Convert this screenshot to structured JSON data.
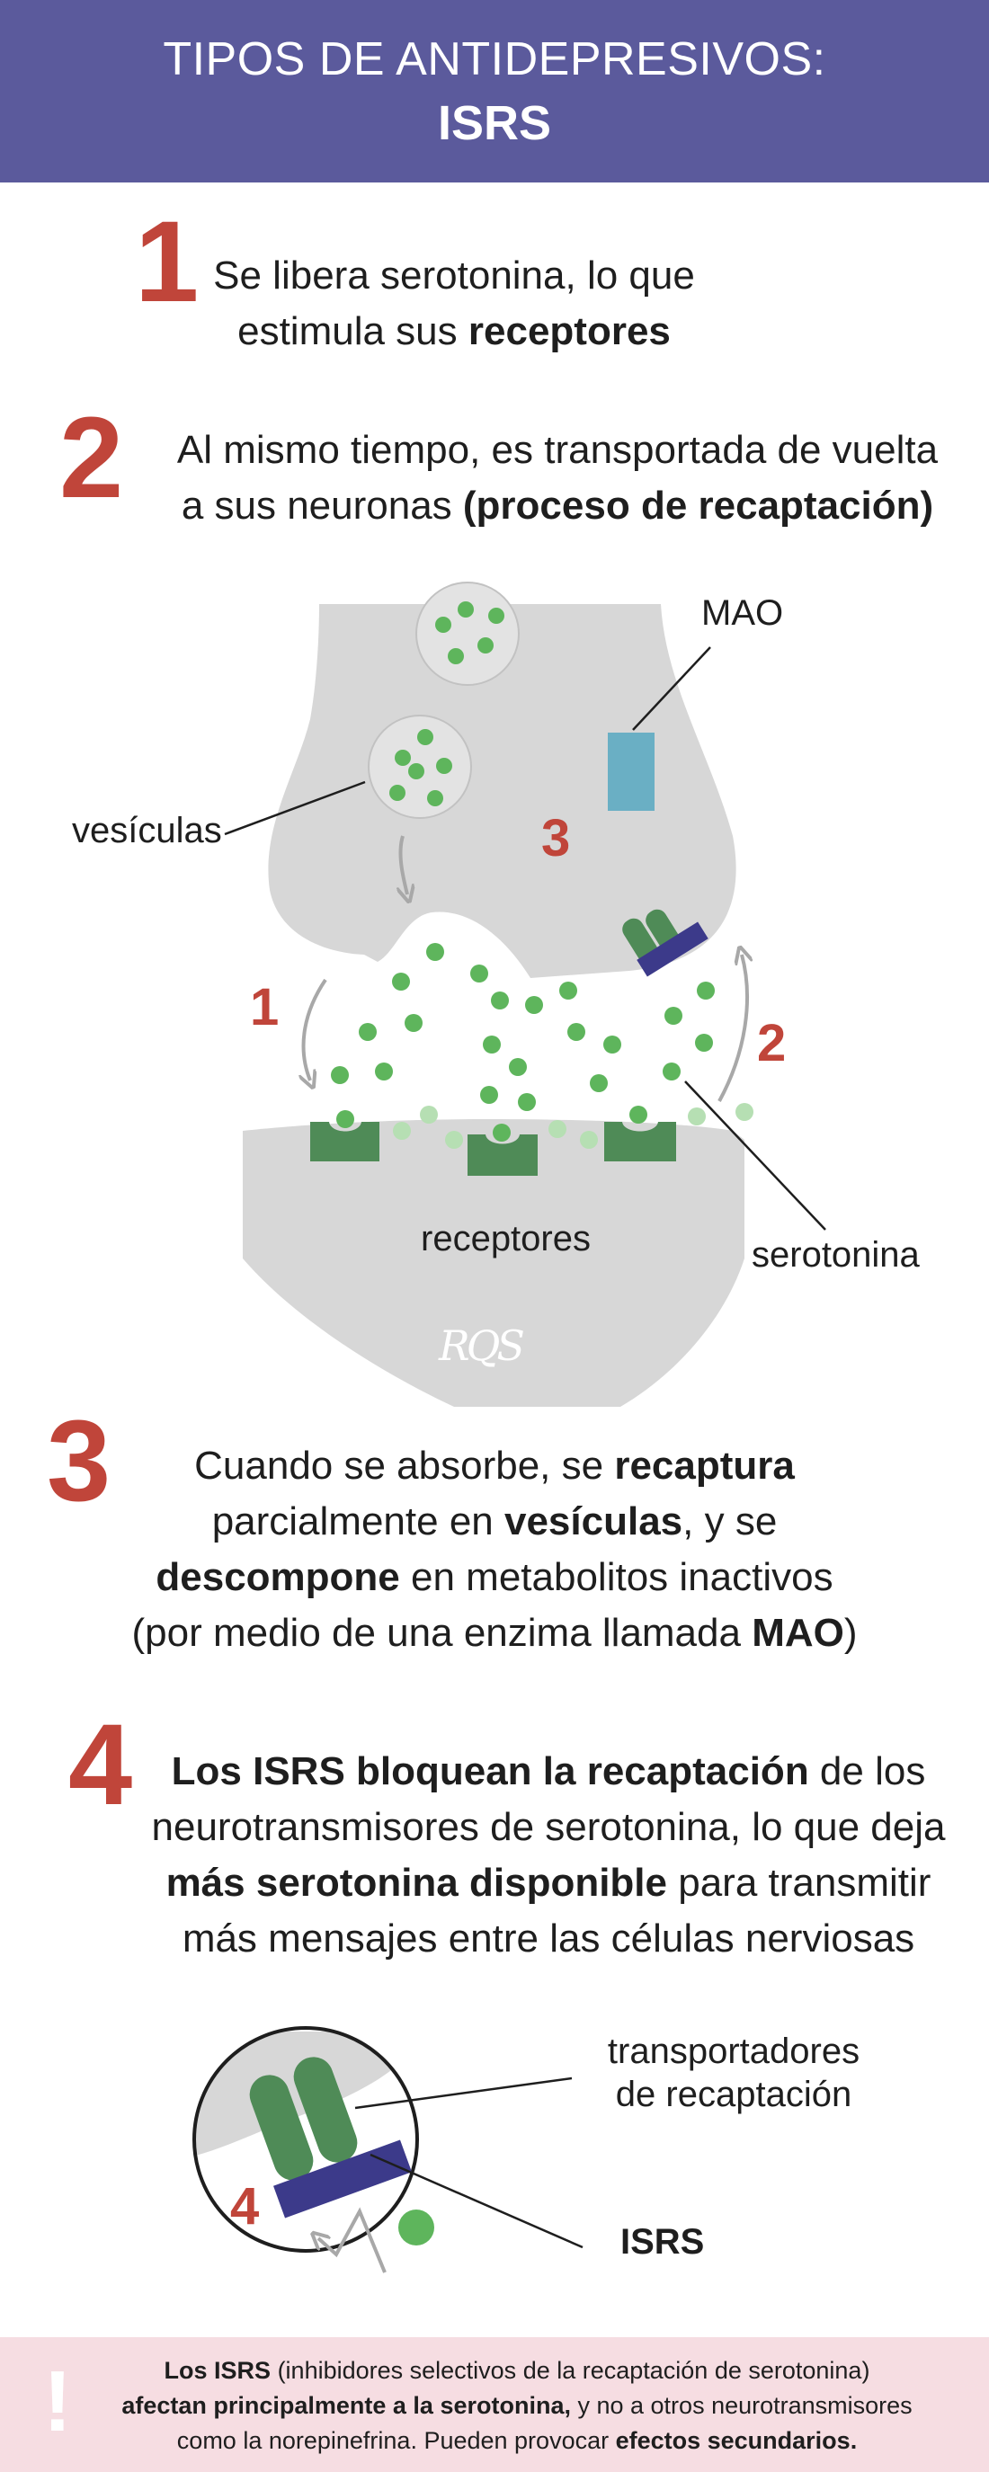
{
  "header": {
    "line1": "TIPOS DE ANTIDEPRESIVOS:",
    "line2": "ISRS"
  },
  "steps": [
    {
      "number": "1",
      "lines": [
        [
          {
            "t": "Se libera serotonina, lo que",
            "b": false
          }
        ],
        [
          {
            "t": "estimula sus ",
            "b": false
          },
          {
            "t": "receptores",
            "b": true
          }
        ]
      ]
    },
    {
      "number": "2",
      "lines": [
        [
          {
            "t": "Al mismo tiempo, es transportada de vuelta",
            "b": false
          }
        ],
        [
          {
            "t": "a sus neuronas ",
            "b": false
          },
          {
            "t": "(proceso de recaptación)",
            "b": true
          }
        ]
      ]
    },
    {
      "number": "3",
      "lines": [
        [
          {
            "t": "Cuando se absorbe, se ",
            "b": false
          },
          {
            "t": "recaptura",
            "b": true
          }
        ],
        [
          {
            "t": "parcialmente en ",
            "b": false
          },
          {
            "t": "vesículas",
            "b": true
          },
          {
            "t": ", y se",
            "b": false
          }
        ],
        [
          {
            "t": "descompone",
            "b": true
          },
          {
            "t": " en metabolitos inactivos",
            "b": false
          }
        ],
        [
          {
            "t": "(por medio de una enzima llamada ",
            "b": false
          },
          {
            "t": "MAO",
            "b": true
          },
          {
            "t": ")",
            "b": false
          }
        ]
      ]
    },
    {
      "number": "4",
      "lines": [
        [
          {
            "t": "Los ISRS bloquean la recaptación",
            "b": true
          },
          {
            "t": " de los",
            "b": false
          }
        ],
        [
          {
            "t": "neurotransmisores de serotonina, lo que deja",
            "b": false
          }
        ],
        [
          {
            "t": "más serotonina disponible",
            "b": true
          },
          {
            "t": " para transmitir",
            "b": false
          }
        ],
        [
          {
            "t": "más mensajes entre las células nerviosas",
            "b": false
          }
        ]
      ]
    }
  ],
  "synapse_diagram": {
    "labels": {
      "mao": "MAO",
      "vesiculas": "vesículas",
      "receptores": "receptores",
      "serotonina": "serotonina"
    },
    "numbers": {
      "n1": "1",
      "n2": "2",
      "n3": "3"
    },
    "logo": "RQS"
  },
  "zoom_diagram": {
    "label_transporters_1": "transportadores",
    "label_transporters_2": "de recaptación",
    "label_isrs": "ISRS",
    "number": "4"
  },
  "footer": {
    "icon": "exclamation-icon",
    "mark": "!",
    "lines": [
      [
        {
          "t": "Los ISRS",
          "b": true
        },
        {
          "t": " (inhibidores selectivos de la recaptación de serotonina)",
          "b": false
        }
      ],
      [
        {
          "t": "afectan principalmente a la serotonina,",
          "b": true
        },
        {
          "t": " y no a otros neurotransmisores",
          "b": false
        }
      ],
      [
        {
          "t": "como la norepinefrina. Pueden provocar ",
          "b": false
        },
        {
          "t": "efectos secundarios.",
          "b": true
        }
      ]
    ]
  },
  "colors": {
    "header_bg": "#5b5a9c",
    "accent_red": "#c0453a",
    "neuron_gray": "#d7d7d7",
    "serotonin_green": "#5eb55c",
    "receptor_green": "#4f8b57",
    "mao_blue": "#6aafc4",
    "isrs_indigo": "#3c3a8a",
    "footer_bg": "#f6dde2"
  }
}
